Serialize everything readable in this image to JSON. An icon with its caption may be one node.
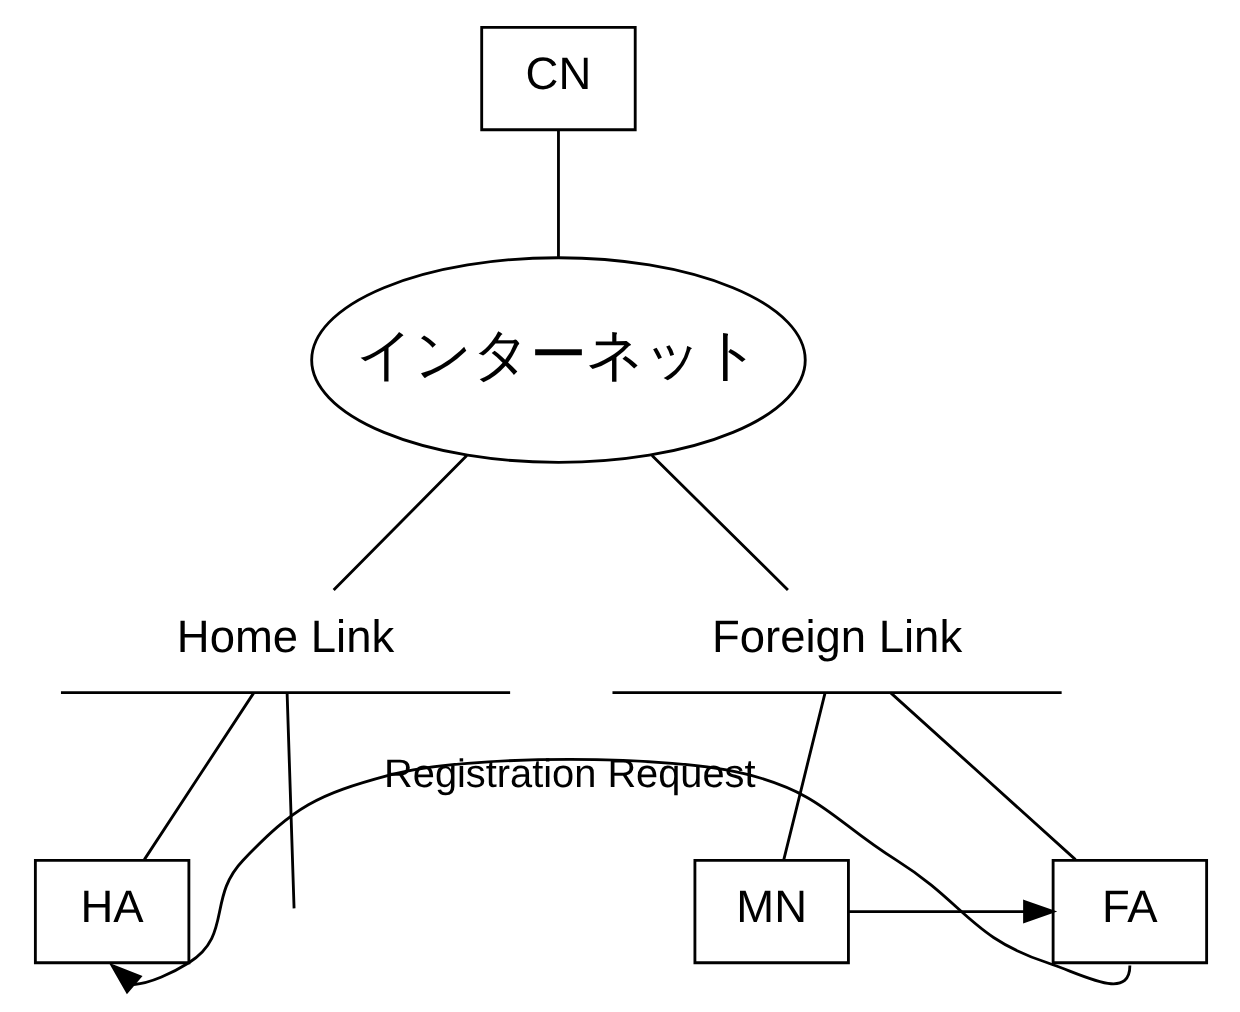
{
  "diagram": {
    "nodes": [
      {
        "text": [
          "CN"
        ]
      },
      {
        "text": [
          "インターネット"
        ]
      },
      {
        "text": [
          "Home Link"
        ]
      },
      {
        "text": [
          "Foreign Link"
        ]
      },
      {
        "text": [
          "HA"
        ]
      },
      {
        "text": [
          "MN"
        ]
      },
      {
        "text": [
          "FA"
        ]
      }
    ],
    "edges": [
      {
        "from": 0,
        "to": 1,
        "arrow": "none"
      },
      {
        "from": 1,
        "to": 2,
        "arrow": "none"
      },
      {
        "from": 1,
        "to": 3,
        "arrow": "none"
      },
      {
        "from": 2,
        "to": 4,
        "arrow": "none"
      },
      {
        "from": 2,
        "to": null,
        "arrow": "none"
      },
      {
        "from": 3,
        "to": 5,
        "arrow": "none"
      },
      {
        "from": 3,
        "to": 6,
        "arrow": "none"
      },
      {
        "from": 5,
        "to": 6,
        "arrow": "to"
      },
      {
        "from": 6,
        "to": 4,
        "arrow": "to",
        "label": "Registration Request"
      }
    ]
  }
}
